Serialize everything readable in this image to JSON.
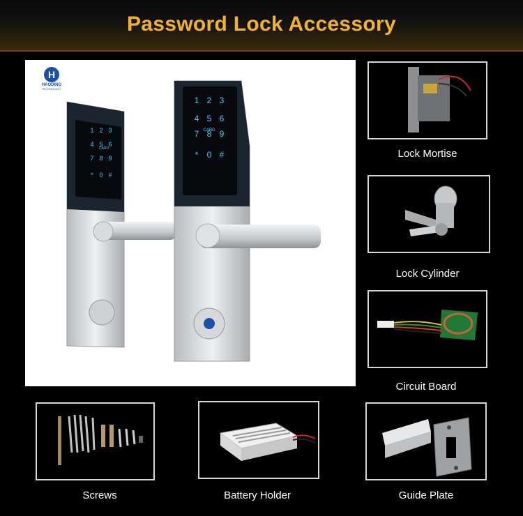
{
  "header": {
    "title": "Password Lock Accessory"
  },
  "brand": {
    "name": "HAODING",
    "tagline": "TECHNOLOGY",
    "mark": "H"
  },
  "keypad": {
    "keys": [
      "1",
      "2",
      "3",
      "4",
      "5",
      "6",
      "7",
      "8",
      "9",
      "*",
      "0",
      "#"
    ],
    "card_label": "CARD"
  },
  "accessories": {
    "lock_mortise": "Lock Mortise",
    "lock_cylinder": "Lock Cylinder",
    "circuit_board": "Circuit Board",
    "screws": "Screws",
    "battery_holder": "Battery Holder",
    "guide_plate": "Guide Plate"
  },
  "colors": {
    "title": "#f4b321",
    "background": "#000000",
    "frame": "#d8d8d8"
  }
}
